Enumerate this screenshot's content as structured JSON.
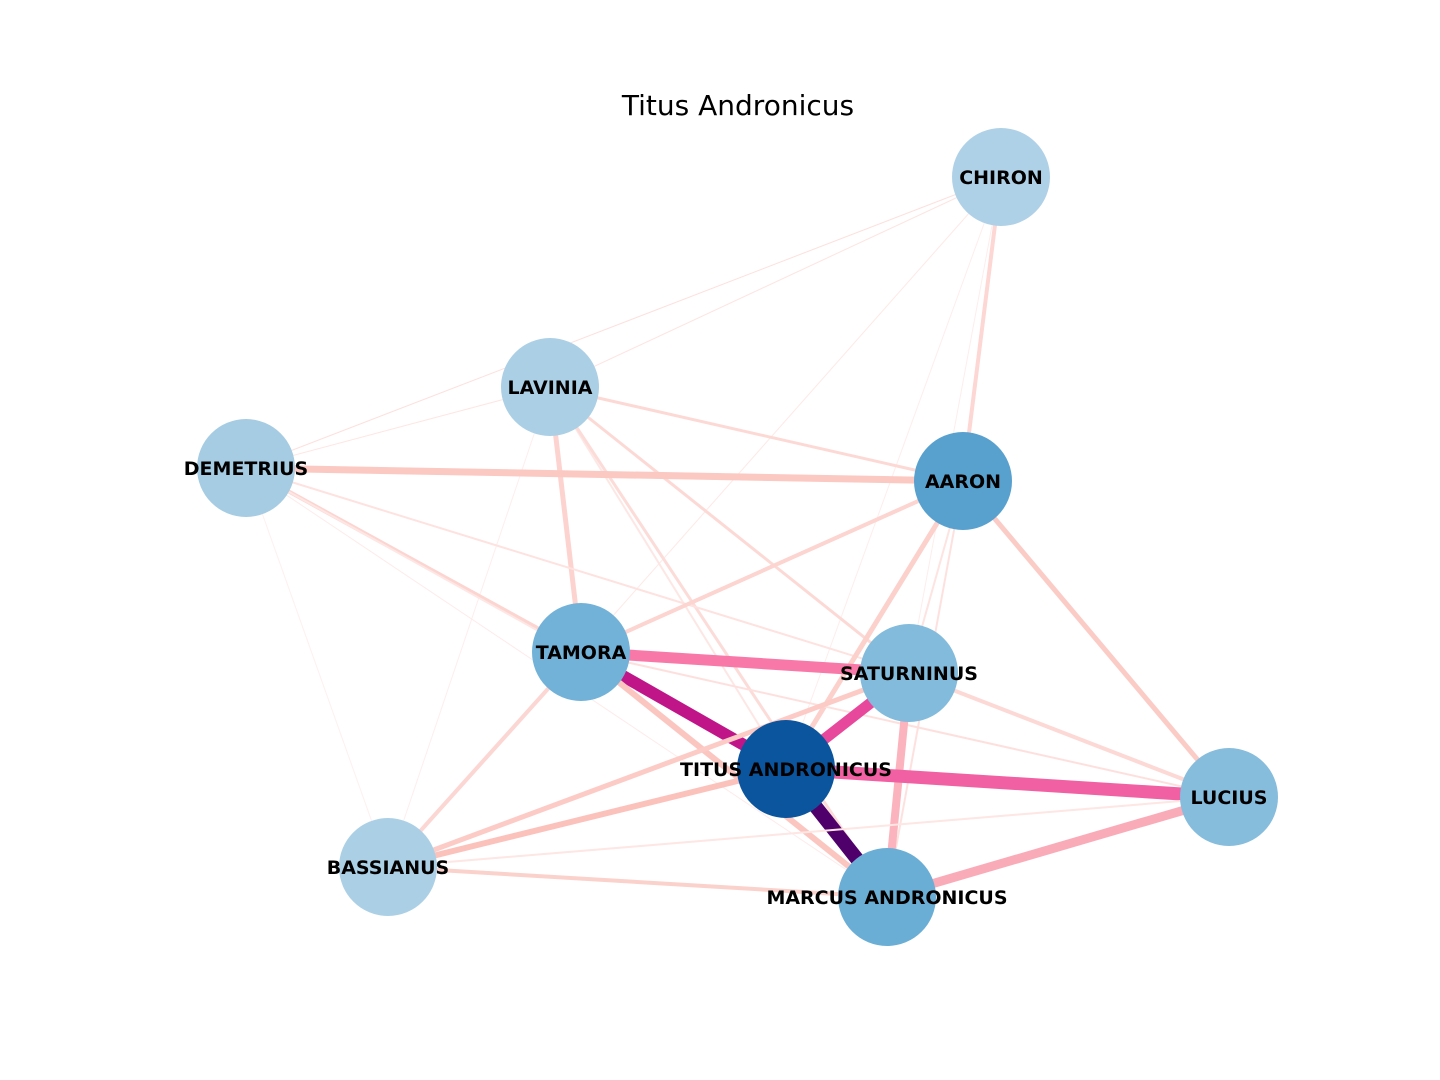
{
  "title": "Titus Andronicus",
  "nodes": [
    {
      "id": "chiron",
      "label": "CHIRON",
      "color": "#afd1e7"
    },
    {
      "id": "lavinia",
      "label": "LAVINIA",
      "color": "#abcfe5"
    },
    {
      "id": "demetrius",
      "label": "DEMETRIUS",
      "color": "#a5cce3"
    },
    {
      "id": "aaron",
      "label": "AARON",
      "color": "#58a1cf"
    },
    {
      "id": "tamora",
      "label": "TAMORA",
      "color": "#72b2d8"
    },
    {
      "id": "saturninus",
      "label": "SATURNINUS",
      "color": "#82bbdb"
    },
    {
      "id": "titus",
      "label": "TITUS ANDRONICUS",
      "color": "#0b559f"
    },
    {
      "id": "lucius",
      "label": "LUCIUS",
      "color": "#86bcdc"
    },
    {
      "id": "bassianus",
      "label": "BASSIANUS",
      "color": "#abd0e6"
    },
    {
      "id": "marcus",
      "label": "MARCUS ANDRONICUS",
      "color": "#6aaed6"
    }
  ],
  "edges": [
    {
      "source": "chiron",
      "target": "lavinia",
      "color": "#fde4e1"
    },
    {
      "source": "chiron",
      "target": "demetrius",
      "color": "#fde0dd"
    },
    {
      "source": "chiron",
      "target": "aaron",
      "color": "#fcd7d3"
    },
    {
      "source": "chiron",
      "target": "tamora",
      "color": "#fde9e6"
    },
    {
      "source": "chiron",
      "target": "titus",
      "color": "#fdeeec"
    },
    {
      "source": "chiron",
      "target": "saturninus",
      "color": "#fdeeec"
    },
    {
      "source": "lavinia",
      "target": "demetrius",
      "color": "#fde6e3"
    },
    {
      "source": "lavinia",
      "target": "aaron",
      "color": "#fcd9d5"
    },
    {
      "source": "lavinia",
      "target": "tamora",
      "color": "#fcd3cf"
    },
    {
      "source": "lavinia",
      "target": "saturninus",
      "color": "#fcd9d5"
    },
    {
      "source": "lavinia",
      "target": "titus",
      "color": "#fde7e4"
    },
    {
      "source": "lavinia",
      "target": "marcus",
      "color": "#fcdcd9"
    },
    {
      "source": "lavinia",
      "target": "bassianus",
      "color": "#feeeee"
    },
    {
      "source": "demetrius",
      "target": "aaron",
      "color": "#fbc8c2"
    },
    {
      "source": "demetrius",
      "target": "tamora",
      "color": "#fcd4d0"
    },
    {
      "source": "demetrius",
      "target": "saturninus",
      "color": "#fde2df"
    },
    {
      "source": "demetrius",
      "target": "titus",
      "color": "#fde6e3"
    },
    {
      "source": "demetrius",
      "target": "marcus",
      "color": "#fdeceb"
    },
    {
      "source": "demetrius",
      "target": "bassianus",
      "color": "#fef0f0"
    },
    {
      "source": "aaron",
      "target": "tamora",
      "color": "#fcd4d0"
    },
    {
      "source": "aaron",
      "target": "titus",
      "color": "#fcd0cb"
    },
    {
      "source": "aaron",
      "target": "lucius",
      "color": "#fbcbc6"
    },
    {
      "source": "aaron",
      "target": "saturninus",
      "color": "#fde4e1"
    },
    {
      "source": "aaron",
      "target": "marcus",
      "color": "#fde1de"
    },
    {
      "source": "tamora",
      "target": "saturninus",
      "color": "#f878a7"
    },
    {
      "source": "tamora",
      "target": "titus",
      "color": "#c01589"
    },
    {
      "source": "tamora",
      "target": "bassianus",
      "color": "#fcd6d2"
    },
    {
      "source": "tamora",
      "target": "marcus",
      "color": "#fbc6c0"
    },
    {
      "source": "tamora",
      "target": "lucius",
      "color": "#fde0dd"
    },
    {
      "source": "saturninus",
      "target": "titus",
      "color": "#e8489b"
    },
    {
      "source": "saturninus",
      "target": "marcus",
      "color": "#fbb3bd"
    },
    {
      "source": "saturninus",
      "target": "lucius",
      "color": "#fcd9d5"
    },
    {
      "source": "saturninus",
      "target": "bassianus",
      "color": "#fccbc6"
    },
    {
      "source": "titus",
      "target": "lucius",
      "color": "#f160a2"
    },
    {
      "source": "titus",
      "target": "marcus",
      "color": "#4f006b"
    },
    {
      "source": "titus",
      "target": "bassianus",
      "color": "#fbc2bc"
    },
    {
      "source": "lucius",
      "target": "marcus",
      "color": "#faabb8"
    },
    {
      "source": "lucius",
      "target": "bassianus",
      "color": "#fde6e3"
    },
    {
      "source": "bassianus",
      "target": "marcus",
      "color": "#fbd1cc"
    }
  ]
}
